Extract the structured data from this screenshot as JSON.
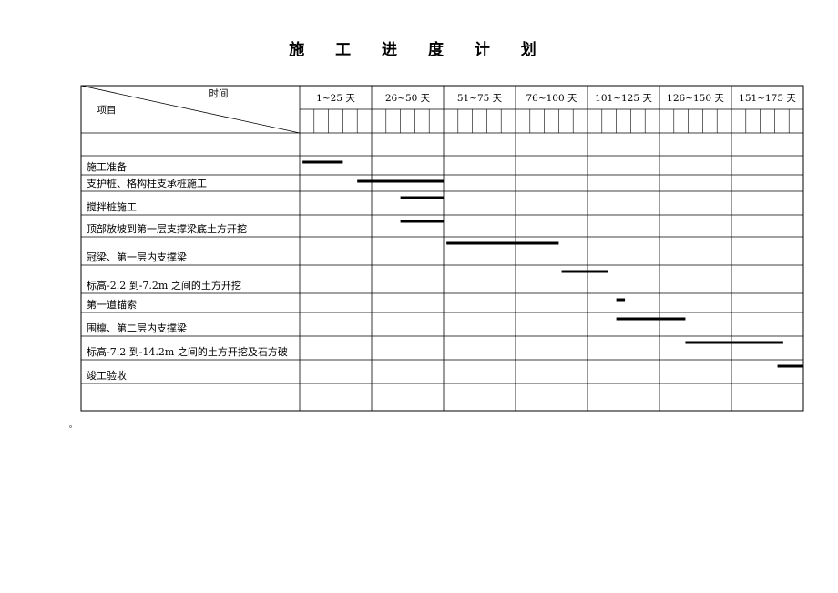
{
  "title": "施 工 进 度 计 划",
  "header": {
    "time_label": "时间",
    "item_label": "项目"
  },
  "periods": [
    "1~25 天",
    "26~50 天",
    "51~75 天",
    "76~100 天",
    "101~125 天",
    "126~150 天",
    "151~175 天"
  ],
  "chart_data": {
    "type": "gantt",
    "x_unit": "天",
    "x_range": [
      0,
      175
    ],
    "tasks": [
      {
        "name": "施工准备",
        "start": 1,
        "end": 15
      },
      {
        "name": "支护桩、格构柱支承桩施工",
        "start": 20,
        "end": 50
      },
      {
        "name": "搅拌桩施工",
        "start": 35,
        "end": 50
      },
      {
        "name": "顶部放坡到第一层支撑梁底土方开挖",
        "start": 35,
        "end": 50
      },
      {
        "name": "冠梁、第一层内支撑梁",
        "start": 51,
        "end": 90
      },
      {
        "name": "标高-2.2 到-7.2m 之间的土方开挖",
        "start": 91,
        "end": 107
      },
      {
        "name": "第一道锚索",
        "start": 110,
        "end": 113
      },
      {
        "name": "围檩、第二层内支撑梁",
        "start": 110,
        "end": 134
      },
      {
        "name": "标高-7.2 到-14.2m 之间的土方开挖及石方破",
        "start": 134,
        "end": 168
      },
      {
        "name": "竣工验收",
        "start": 166,
        "end": 175
      }
    ]
  },
  "footnote": "。"
}
